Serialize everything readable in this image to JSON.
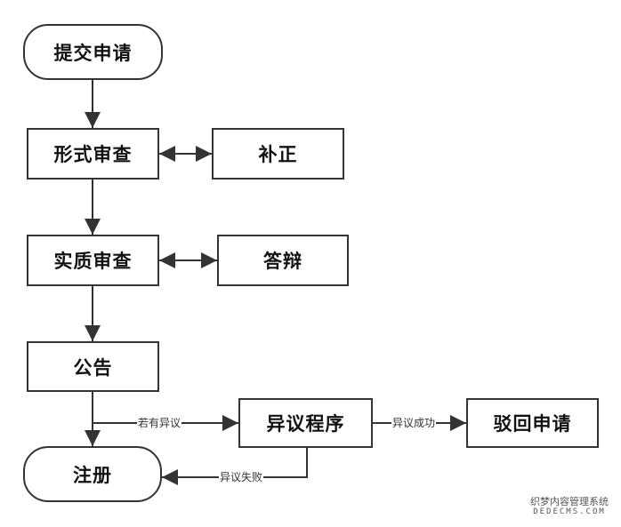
{
  "nodes": {
    "submit": "提交申请",
    "formal_review": "形式审查",
    "correction": "补正",
    "substantive_review": "实质审查",
    "reply": "答辩",
    "announcement": "公告",
    "opposition": "异议程序",
    "rejection": "驳回申请",
    "registration": "注册"
  },
  "edges": {
    "if_opposed": "若有异议",
    "opposition_success": "异议成功",
    "opposition_failed": "异议失败"
  },
  "watermark": {
    "line1": "织梦内容管理系统",
    "line2": "DEDECMS.COM"
  },
  "colors": {
    "stroke": "#333333",
    "background": "#ffffff"
  }
}
